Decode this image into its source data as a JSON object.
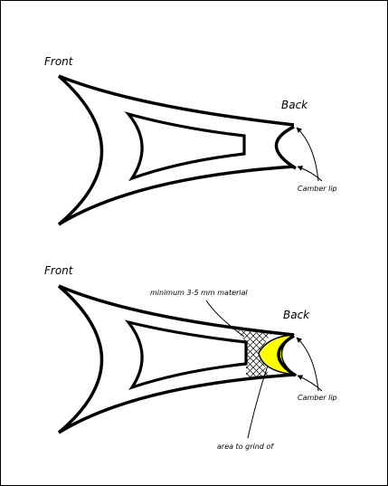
{
  "diagram_top": {
    "front_label": "Front",
    "back_label": "Back",
    "camber_label": "Camber lip"
  },
  "diagram_bottom": {
    "front_label": "Front",
    "back_label": "Back",
    "camber_label": "Camber lip",
    "material_label": "minimum 3-5 mm material",
    "grind_label": "area to grind of"
  },
  "colors": {
    "outline": "#000000",
    "bump_fill": "#808080",
    "grind_fill": "#ffff00",
    "background": "#ffffff"
  }
}
